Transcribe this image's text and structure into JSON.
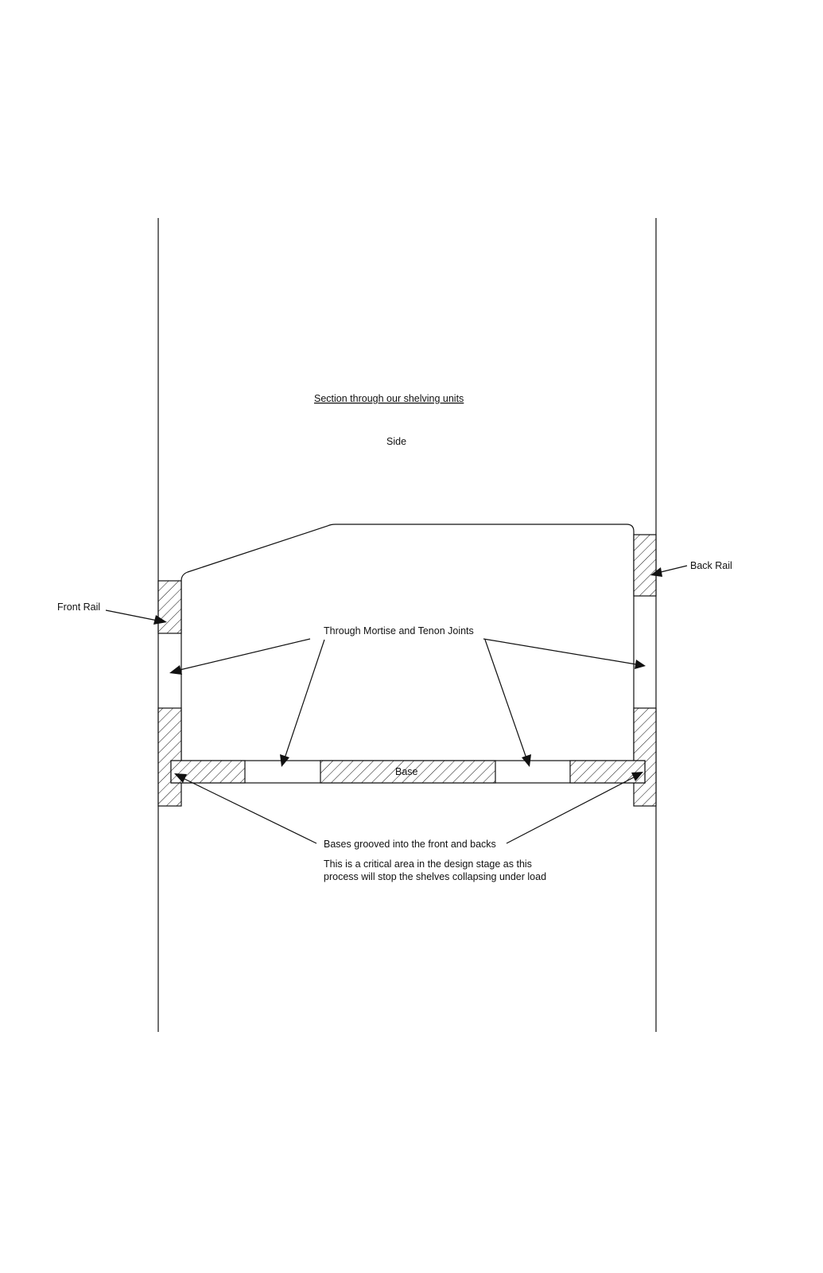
{
  "drawing": {
    "title": "Section through our shelving units",
    "view": "Side",
    "labels": {
      "front_rail": "Front Rail",
      "back_rail": "Back Rail",
      "joints": "Through Mortise and Tenon Joints",
      "base": "Base",
      "bases_note": "Bases grooved into the front and backs",
      "critical_note_line1": "This is a critical area in the design stage as this",
      "critical_note_line2": "process will stop the shelves collapsing under load"
    }
  }
}
